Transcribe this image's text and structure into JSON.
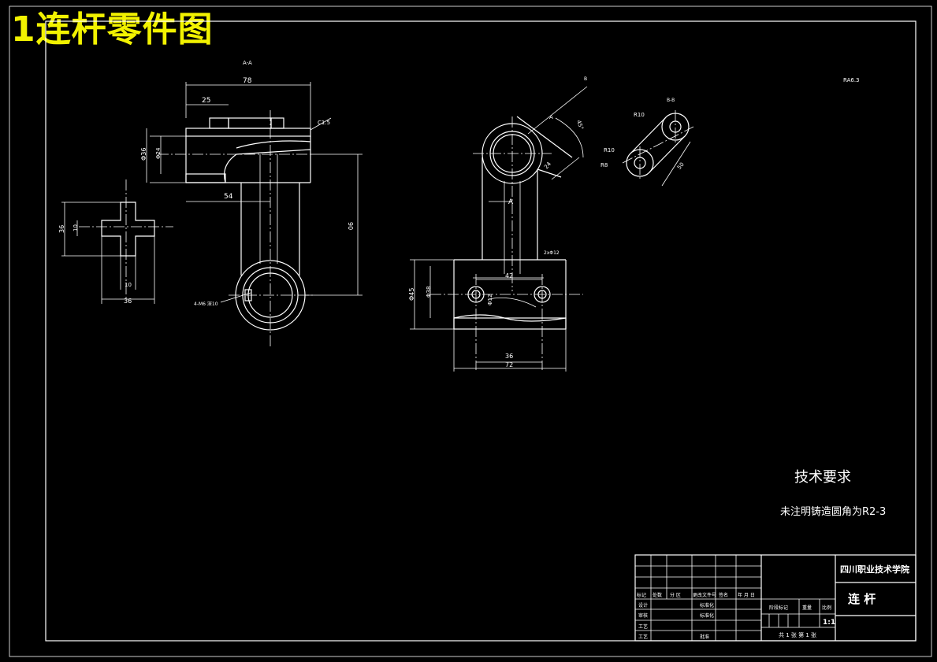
{
  "caption": "1连杆零件图",
  "section_labels": {
    "aa": "A-A",
    "bb": "B-B",
    "a_arrow": "A",
    "a_mark": "A",
    "b_mark": "B"
  },
  "roughness_general": "RA6.3",
  "dimensions": {
    "w78": "78",
    "w25": "25",
    "w54": "54",
    "h90": "90",
    "d36": "Φ36",
    "d24": "Φ24",
    "c15": "C1.5",
    "s36": "36",
    "s10a": "10",
    "s10b": "10",
    "s36b": "36",
    "r42": "42",
    "d45": "Φ45",
    "d38": "Φ38",
    "d12": "Φ12",
    "b36": "36",
    "b72": "72",
    "ang": "45°",
    "w24": "24",
    "bb_r10a": "R10",
    "bb_r10b": "R10",
    "bb_r8": "R8",
    "bb_len": "50",
    "hole_note": "2xΦ12",
    "thread_note": "4-M6 深10"
  },
  "tech": {
    "title": "技术要求",
    "note": "未注明铸造圆角为R2-3"
  },
  "title_block": {
    "school": "四川职业技术学院",
    "part": "连  杆",
    "scale": "1:1",
    "sheet": "共 1 张  第 1 张",
    "labels": {
      "mark": "标记",
      "count": "处数",
      "zone": "分 区",
      "doc": "更改文件号",
      "sign": "签名",
      "date": "年 月 日",
      "design": "设计",
      "std": "标准化",
      "check": "审核",
      "craft": "工艺",
      "approve": "批准",
      "proc": "标准化",
      "stage": "阶段标记",
      "weight": "重量",
      "ratio": "比例",
      "proc2": "工艺"
    }
  }
}
